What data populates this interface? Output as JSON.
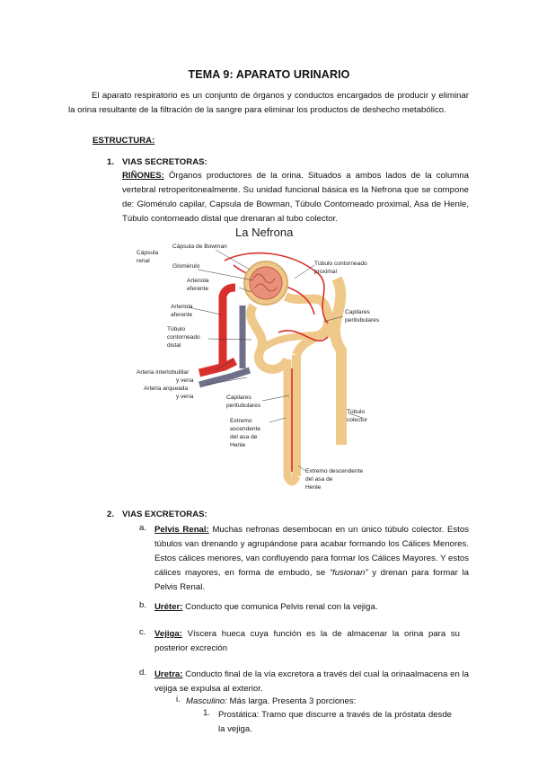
{
  "title": "TEMA 9: APARATO URINARIO",
  "intro": "El aparato respiratorio es un conjunto de órganos y conductos encargados de producir y eliminar la orina resultante de la filtración de la sangre para eliminar los productos de deshecho metabólico.",
  "estructura_heading": "ESTRUCTURA:",
  "section1": {
    "number": "1.",
    "heading": "VIAS SECRETORAS:",
    "rinones_label": "RIÑONES:",
    "rinones_text": " Órganos productores de la orina. Situados a ambos lados de la columna vertebral retroperitonealmente. Su unidad funcional básica es la Nefrona que se compone de: Glomérulo capilar, Capsula de Bowman, Túbulo Contorneado proximal, Asa de Henle, Túbulo contorneado distal que drenaran al tubo colector."
  },
  "diagram": {
    "title": "La Nefrona",
    "labels": {
      "capsula_renal_1": "Cápsula",
      "capsula_renal_2": "renal",
      "capsula_bowman": "Cápsula de Bowman",
      "glomerulo": "Glomérulo",
      "arteriola_eferente_1": "Arteriola",
      "arteriola_eferente_2": "eferente",
      "arteriola_aferente_1": "Arteriola",
      "arteriola_aferente_2": "aferente",
      "tubulo_distal_1": "Túbulo",
      "tubulo_distal_2": "contorneado",
      "tubulo_distal_3": "distal",
      "arteria_interlob_1": "Arteria interlobulillar",
      "arteria_interlob_2": "y vena",
      "arteria_arqueada_1": "Arteria arqueada",
      "arteria_arqueada_2": "y vena",
      "tubulo_proximal_1": "Túbulo contorneado",
      "tubulo_proximal_2": "proximal",
      "capilares_peri_1": "Capilares",
      "capilares_peri_2": "peritubulares",
      "capilares_peri_b1": "Capilares",
      "capilares_peri_b2": "peritubulares",
      "extremo_asc_1": "Extremo",
      "extremo_asc_2": "ascendente",
      "extremo_asc_3": "del asa de",
      "extremo_asc_4": "Henle",
      "extremo_desc_1": "Extremo descendente",
      "extremo_desc_2": "del asa de",
      "extremo_desc_3": "Henle",
      "tubulo_colector_1": "Túbulo",
      "tubulo_colector_2": "colector"
    },
    "colors": {
      "tubule": "#efc98a",
      "artery": "#d9302c",
      "vein": "#6f6f8a",
      "glomerulus": "#e8907a"
    }
  },
  "section2": {
    "number": "2.",
    "heading": "VIAS EXCRETORAS:",
    "a": {
      "marker": "a.",
      "label": "Pelvis Renal:",
      "text1": " Muchas nefronas desembocan en un único túbulo colector. Estos túbulos van drenando y agrupándose para acabar formando los Cálices Menores. Estos cálices menores, van confluyendo para formar los Cálices Mayores. Y estos cálices mayores, en forma de embudo, se ",
      "italic": "“fusionan”",
      "text2": " y drenan para formar la Pelvis Renal."
    },
    "b": {
      "marker": "b.",
      "label": "Uréter:",
      "text": " Conducto que comunica Pelvis renal con la vejiga."
    },
    "c": {
      "marker": "c.",
      "label": "Vejiga:",
      "text": " Víscera hueca cuya función es la de almacenar la orina para su posterior excreción"
    },
    "d": {
      "marker": "d.",
      "label": "Uretra:",
      "text": " Conducto final de la vía excretora a través del cual la orinaalmacena en la vejiga se expulsa al exterior."
    },
    "i": {
      "marker": "i.",
      "label": "Masculino:",
      "text": " Más larga. Presenta 3 porciones:"
    },
    "i1": {
      "marker": "1.",
      "text": "Prostática: Tramo que discurre a través de la próstata desde la vejiga."
    }
  }
}
